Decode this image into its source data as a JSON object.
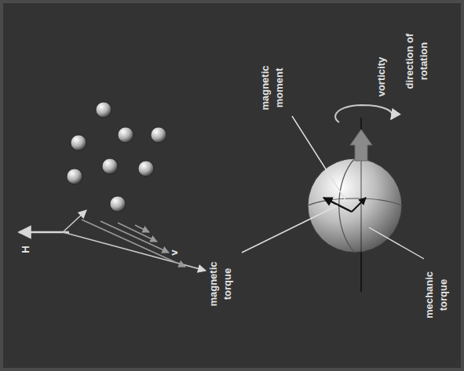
{
  "diagram": {
    "labels": [
      "H",
      "v",
      "magnetic moment",
      "magnetic torque",
      "mechanic torque",
      "vorticity",
      "direction of rotation"
    ]
  }
}
